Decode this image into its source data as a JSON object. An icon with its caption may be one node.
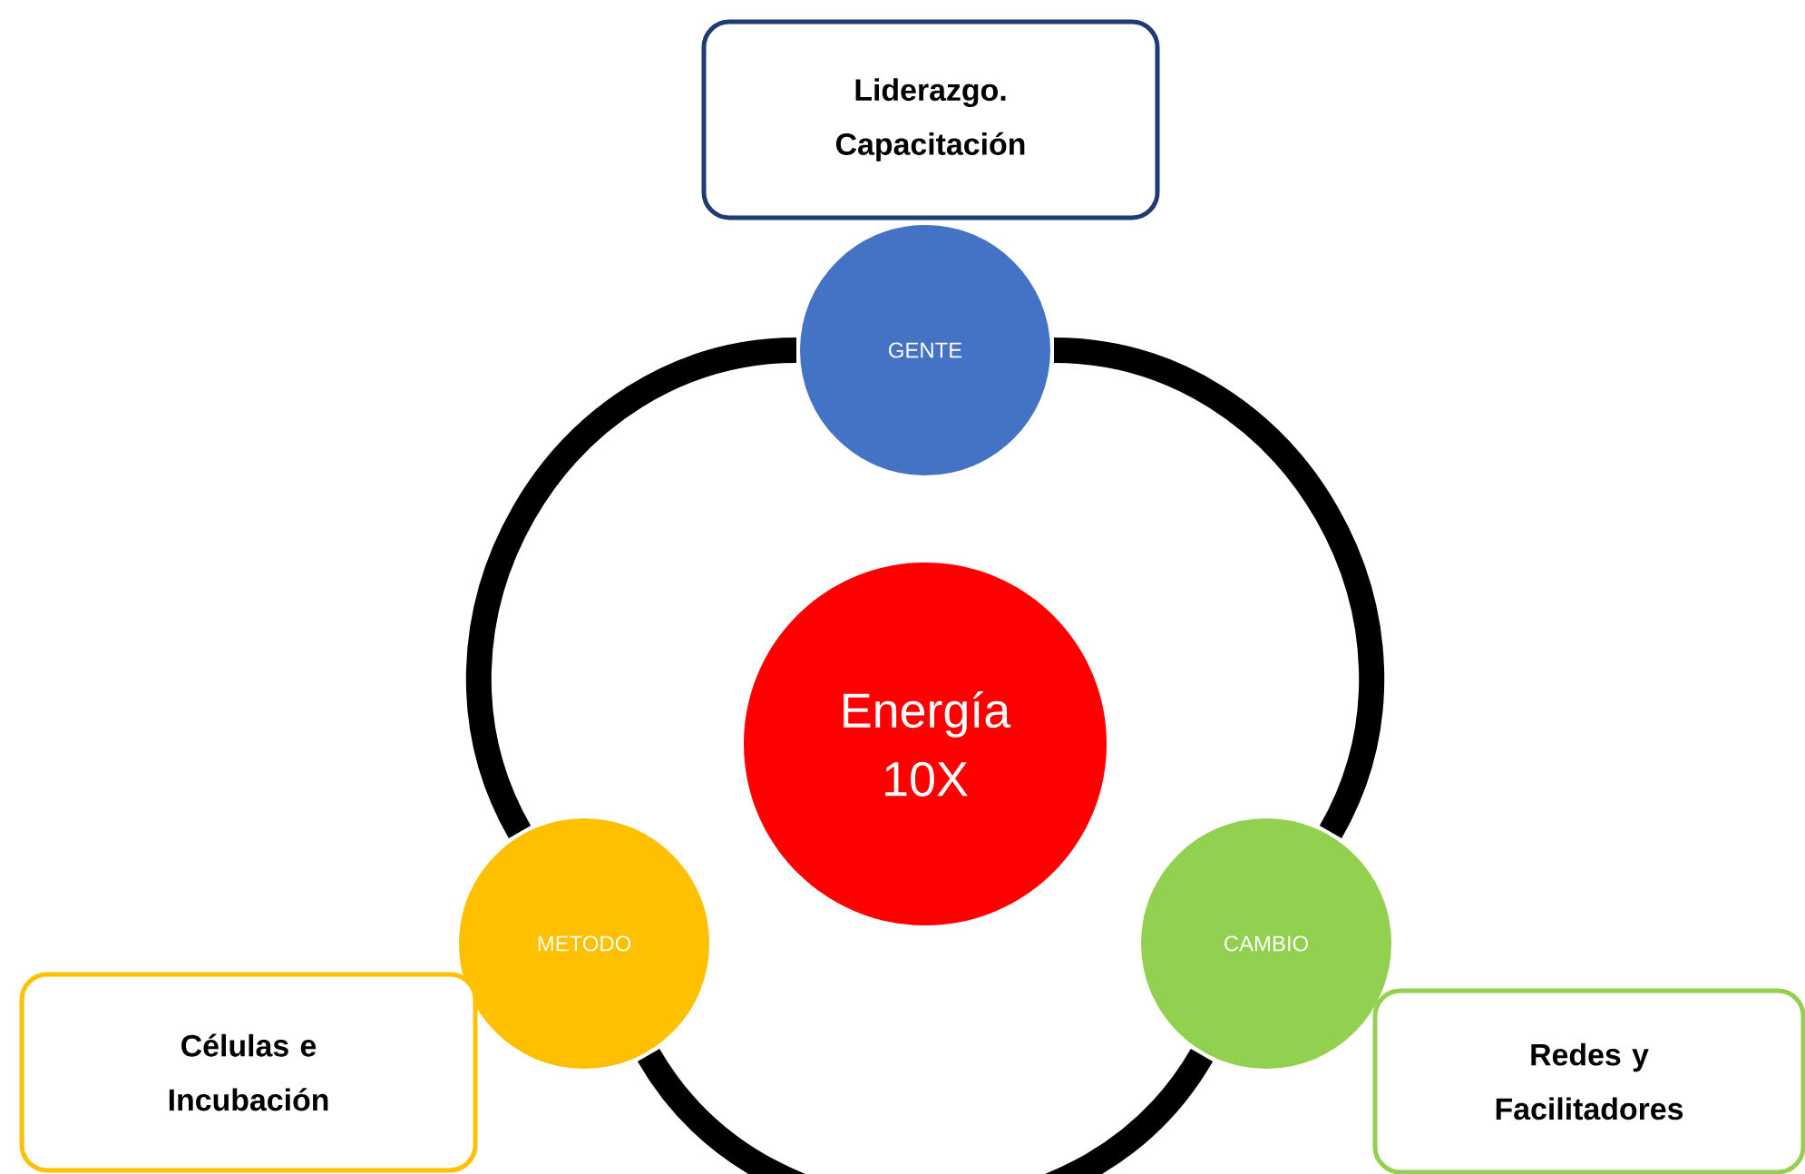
{
  "diagram": {
    "nodes": [
      {
        "text": [
          "Liderazgo. Capacitación"
        ]
      },
      {
        "text": [
          "GENTE"
        ]
      },
      {
        "text": [
          "Energía 10X"
        ]
      },
      {
        "text": [
          "METODO"
        ]
      },
      {
        "text": [
          "CAMBIO"
        ]
      },
      {
        "text": [
          "Células e Incubación"
        ]
      },
      {
        "text": [
          "Redes y Facilitadores"
        ]
      }
    ],
    "edges": [
      {
        "from": 1,
        "to": 4,
        "arrow": "none"
      },
      {
        "from": 4,
        "to": 3,
        "arrow": "none"
      },
      {
        "from": 3,
        "to": 1,
        "arrow": "none"
      }
    ]
  }
}
